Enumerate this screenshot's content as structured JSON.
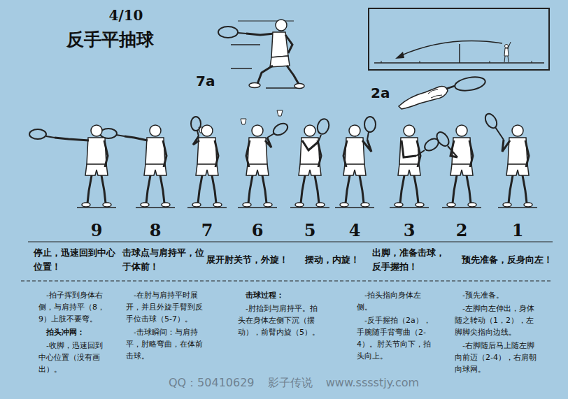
{
  "diagram": {
    "title": "反手平抽球",
    "labels": [
      "4/10",
      "7a",
      "2a",
      "9",
      "8",
      "7",
      "6",
      "5",
      "4",
      "3",
      "2",
      "1",
      "停止，迅速回到中心位置！",
      "击球点与肩持平，位于体前！",
      "展开肘关节，外旋！",
      "摆动，内旋！",
      "出脚，准备击球，反手握拍！",
      "预先准备，反身向左！",
      "-拍子挥到身体右侧，与肩持平（8，9）上肢不要弯。",
      "拍头冲网：",
      "-收脚，迅速回到中心位置（没有画出）。",
      "-在肘与肩持平时展开，并且外旋手臂到反手位击球（5-7）。",
      "-击球瞬间：与肩持平，肘略弯曲，在体前击球。",
      "击球过程：",
      "-肘抬到与肩持平。拍头在身体左侧下沉（摆动），前臂内旋（5）。",
      "-拍头指向身体左侧。",
      "-反手握拍（2a），手腕随手背弯曲（2-4）。肘关节向下，拍头向上。",
      "-预先准备。",
      "-左脚向左伸出，身体随之转动（1，2），左脚脚尖指向边线。",
      "-右脚随后马上随左脚向前迈（2-4），右肩朝向球网。",
      "QQ：50410629 影子传说 www.sssstjy.com"
    ]
  }
}
